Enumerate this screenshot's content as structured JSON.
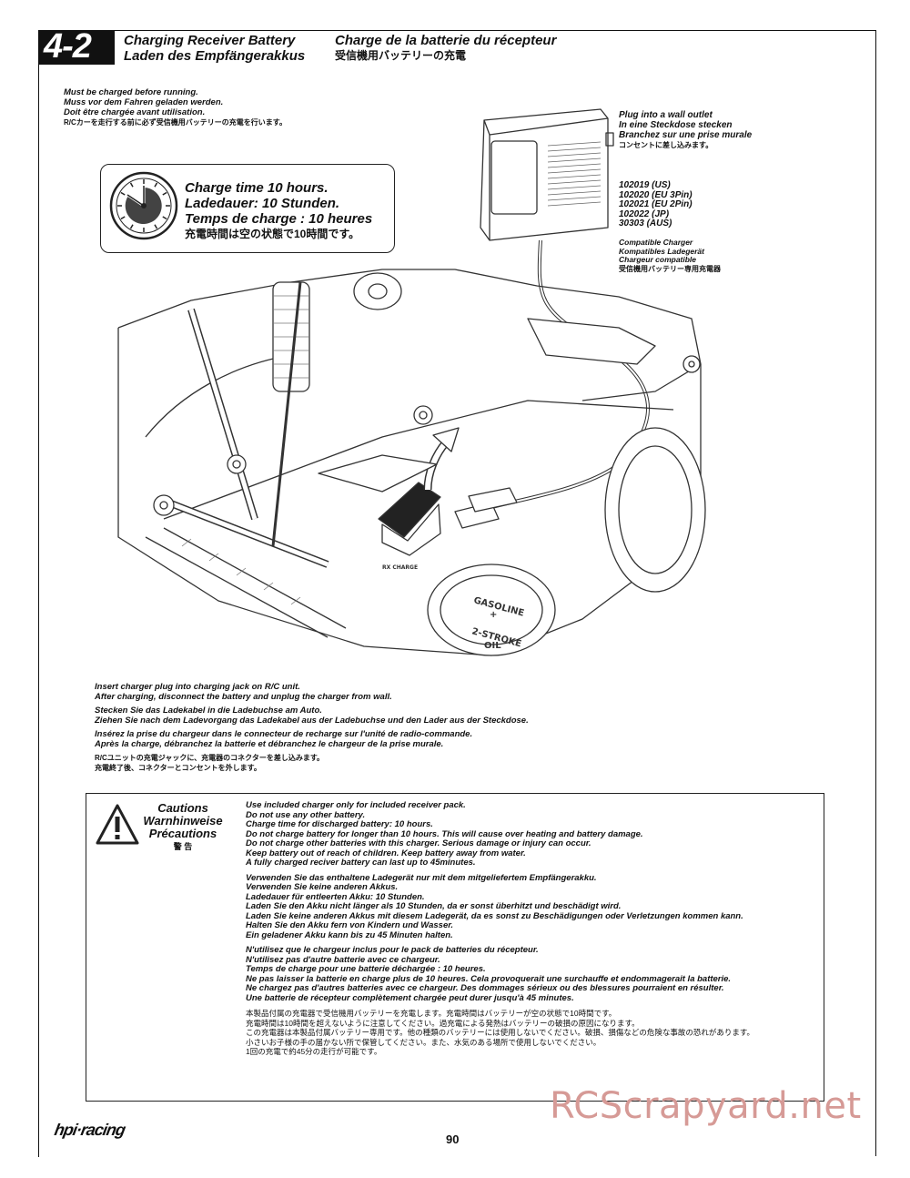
{
  "header": {
    "step_number": "4-2",
    "title_left": [
      "Charging Receiver Battery",
      "Laden des Empfängerakkus"
    ],
    "title_right": [
      "Charge de la batterie du récepteur",
      "受信機用バッテリーの充電"
    ]
  },
  "intro": [
    "Must be charged before running.",
    "Muss vor dem Fahren geladen werden.",
    "Doit être chargée avant utilisation.",
    "R/Cカーを走行する前に必ず受信機用バッテリーの充電を行います。"
  ],
  "charge_time": {
    "icon": "clock-icon",
    "lines": [
      "Charge time 10 hours.",
      "Ladedauer: 10 Stunden.",
      "Temps de charge : 10 heures",
      "充電時間は空の状態で10時間です。"
    ]
  },
  "charger": {
    "plug_lines": [
      "Plug into a wall outlet",
      "In eine Steckdose stecken",
      "Branchez sur une prise murale",
      "コンセントに差し込みます。"
    ],
    "codes": [
      "102019 (US)",
      "102020 (EU 3Pin)",
      "102021 (EU 2Pin)",
      "102022 (JP)",
      "30303 (AUS)"
    ],
    "compat_lines": [
      "Compatible Charger",
      "Kompatibles Ladegerät",
      "Chargeur compatible",
      "受信機用バッテリー専用充電器"
    ]
  },
  "instructions": [
    [
      "Insert charger plug into charging jack on R/C unit.",
      "After charging, disconnect the battery and unplug the charger from wall."
    ],
    [
      "Stecken Sie das Ladekabel in die Ladebuchse am Auto.",
      "Ziehen Sie nach dem Ladevorgang das Ladekabel aus der Ladebuchse und den Lader aus der Steckdose."
    ],
    [
      "Insérez la prise du chargeur dans le connecteur de recharge sur l'unité de radio-commande.",
      "Après la charge, débranchez la batterie et débranchez le chargeur de la prise murale."
    ],
    [
      "R/Cユニットの充電ジャックに、充電器のコネクターを差し込みます。",
      "充電終了後、コネクターとコンセントを外します。"
    ]
  ],
  "cautions": {
    "icon": "warning-triangle-icon",
    "titles": [
      "Cautions",
      "Warnhinweise",
      "Précautions",
      "警 告"
    ],
    "english": [
      "Use included charger only for included receiver pack.",
      "Do not use any other battery.",
      "Charge time for discharged battery: 10 hours.",
      "Do not charge battery for longer than 10 hours. This will cause over heating and battery damage.",
      "Do not charge other batteries with this charger. Serious damage or injury can occur.",
      "Keep battery out of reach of children. Keep battery away from water.",
      "A fully charged reciver battery can last up to 45minutes."
    ],
    "german": [
      "Verwenden Sie das enthaltene Ladegerät nur mit dem mitgeliefertem Empfängerakku.",
      "Verwenden Sie keine anderen Akkus.",
      "Ladedauer für entleerten Akku: 10 Stunden.",
      "Laden Sie den Akku nicht länger als 10 Stunden, da er sonst überhitzt und beschädigt wird.",
      "Laden Sie keine anderen Akkus mit diesem Ladegerät, da es sonst zu Beschädigungen oder Verletzungen kommen kann.",
      "Halten Sie den Akku fern von Kindern und Wasser.",
      "Ein geladener Akku kann bis zu 45 Minuten halten."
    ],
    "french": [
      "N'utilisez que le chargeur inclus pour le pack de batteries du récepteur.",
      "N'utilisez pas d'autre batterie avec ce chargeur.",
      "Temps de charge pour une batterie déchargée : 10 heures.",
      "Ne pas laisser la batterie en charge plus de 10 heures. Cela provoquerait une surchauffe et endommagerait la batterie.",
      "Ne chargez pas d'autres batteries avec ce chargeur. Des dommages sérieux ou des blessures pourraient en résulter.",
      "Une batterie de récepteur complètement chargée peut durer jusqu'à 45 minutes."
    ],
    "japanese": [
      "本製品付属の充電器で受信機用バッテリーを充電します。充電時間はバッテリーが空の状態で10時間です。",
      "充電時間は10時間を超えないように注意してください。過充電による発熱はバッテリーの破損の原因になります。",
      "この充電器は本製品付属バッテリー専用です。他の種類のバッテリーには使用しないでください。破損、損傷などの危険な事故の恐れがあります。",
      "小さいお子様の手の届かない所で保管してください。また、水気のある場所で使用しないでください。",
      "1回の充電で約45分の走行が可能です。"
    ]
  },
  "diagram": {
    "labels": [
      "RX CHARGE",
      "GASOLINE",
      "+",
      "2-STROKE",
      "OIL"
    ]
  },
  "footer": {
    "logo": "hpi·racing",
    "page_number": "90",
    "watermark": "RCScrapyard.net"
  }
}
